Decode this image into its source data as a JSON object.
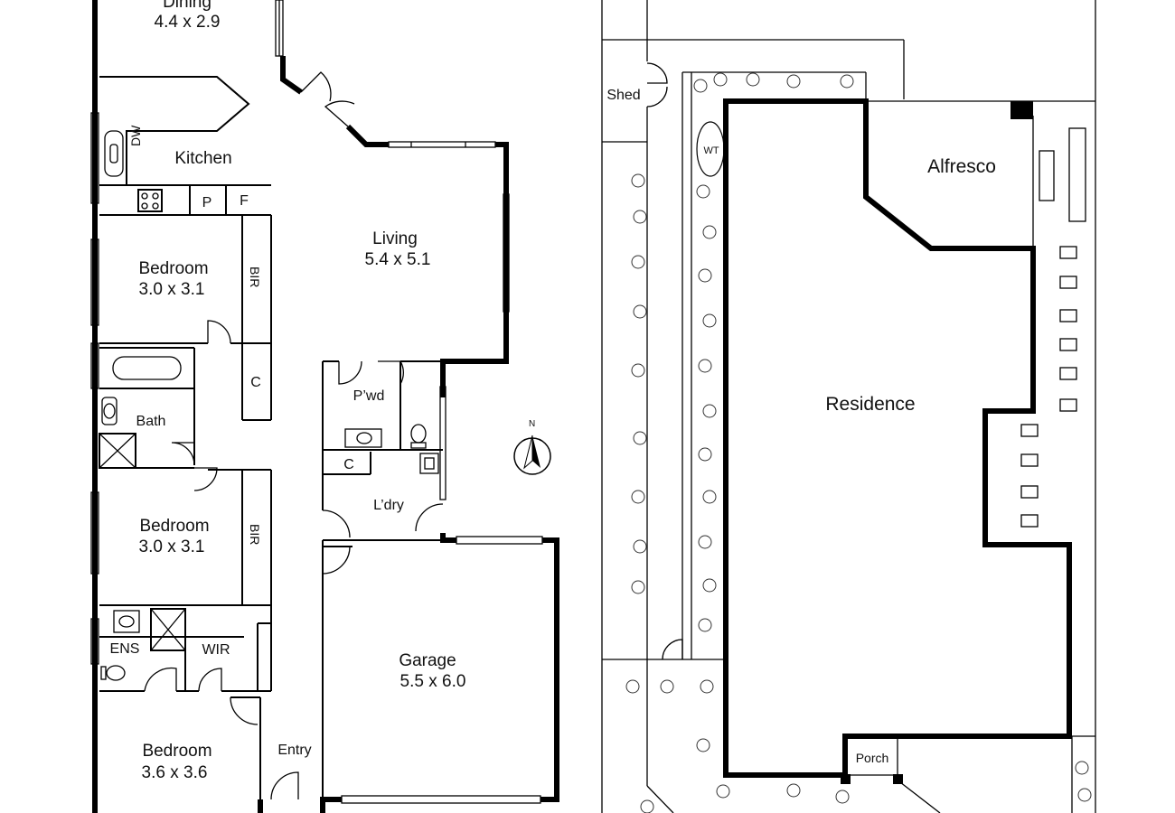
{
  "floorplan": {
    "rooms": [
      {
        "id": "dining",
        "name": "Dining",
        "dims": "4.4 x 2.9"
      },
      {
        "id": "kitchen",
        "name": "Kitchen",
        "dims": ""
      },
      {
        "id": "living",
        "name": "Living",
        "dims": "5.4 x 5.1"
      },
      {
        "id": "bed1",
        "name": "Bedroom",
        "dims": "3.0 x 3.1"
      },
      {
        "id": "bed2",
        "name": "Bedroom",
        "dims": "3.0 x 3.1"
      },
      {
        "id": "bed3",
        "name": "Bedroom",
        "dims": "3.6 x 3.6"
      },
      {
        "id": "garage",
        "name": "Garage",
        "dims": "5.5 x 6.0"
      },
      {
        "id": "bath",
        "name": "Bath",
        "dims": ""
      },
      {
        "id": "pwd",
        "name": "P’wd",
        "dims": ""
      },
      {
        "id": "ldry",
        "name": "L’dry",
        "dims": ""
      },
      {
        "id": "ens",
        "name": "ENS",
        "dims": ""
      },
      {
        "id": "wir",
        "name": "WIR",
        "dims": ""
      },
      {
        "id": "entry",
        "name": "Entry",
        "dims": ""
      }
    ],
    "small_labels": {
      "dw": "DW",
      "p": "P",
      "f": "F",
      "bir1": "BIR",
      "bir2": "BIR",
      "c1": "C",
      "c2": "C"
    },
    "compass": "N"
  },
  "siteplan": {
    "residence": "Residence",
    "alfresco": "Alfresco",
    "porch": "Porch",
    "shed": "Shed",
    "water_tank": "WT"
  }
}
